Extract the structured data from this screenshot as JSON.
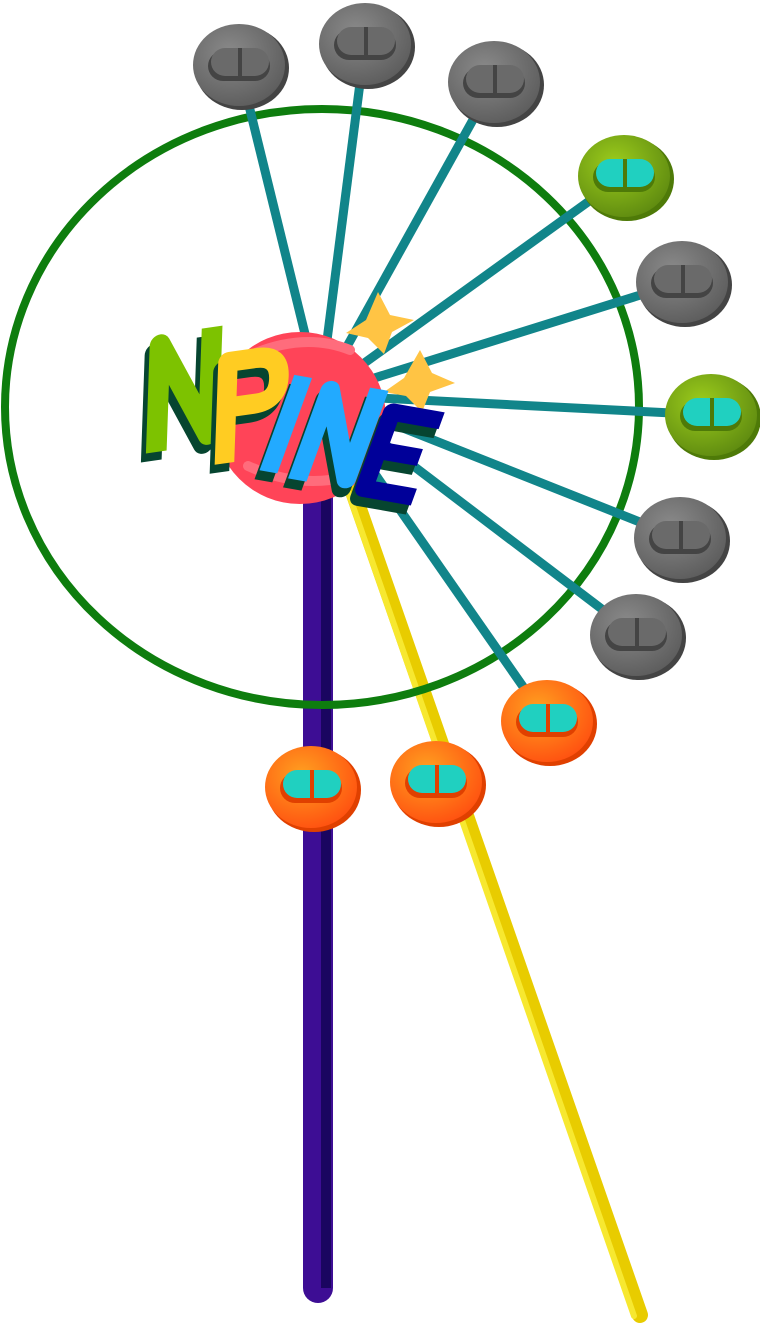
{
  "logo": {
    "text": "NPINE",
    "letters": [
      {
        "char": "N",
        "color": "#7dc200"
      },
      {
        "char": "P",
        "color": "#ffcc22"
      },
      {
        "char": "I",
        "color": "#22aaff"
      },
      {
        "char": "N",
        "color": "#22aaff"
      },
      {
        "char": "E",
        "color": "#000099"
      }
    ],
    "shadow_color": "#064530"
  },
  "colors": {
    "ring": "#0e7d0e",
    "spoke": "#11858a",
    "hub": "#ff4458",
    "stick_purple": "#3d0d94",
    "stick_yellow": "#f0d400",
    "star": "#ffc444"
  },
  "pills": [
    {
      "type": "grey"
    },
    {
      "type": "grey"
    },
    {
      "type": "grey"
    },
    {
      "type": "green"
    },
    {
      "type": "grey"
    },
    {
      "type": "green"
    },
    {
      "type": "grey"
    },
    {
      "type": "grey"
    },
    {
      "type": "orange"
    },
    {
      "type": "orange"
    },
    {
      "type": "orange"
    }
  ]
}
